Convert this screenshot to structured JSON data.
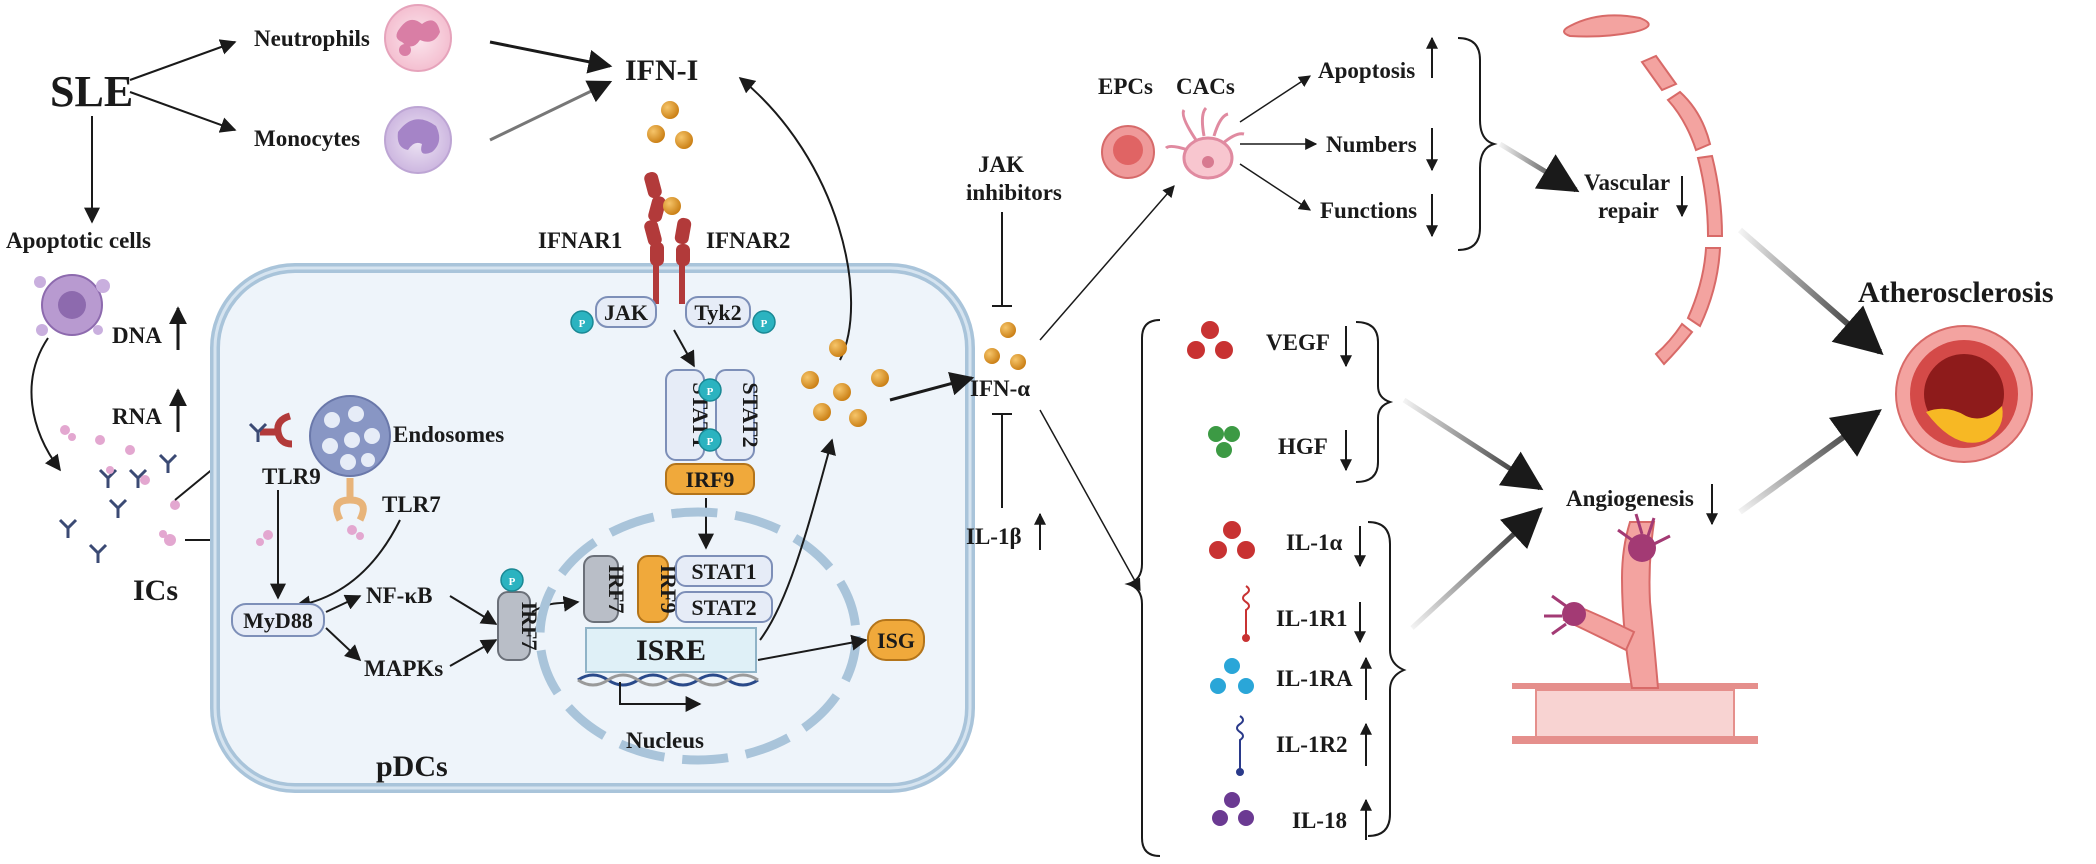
{
  "labels": {
    "sle": "SLE",
    "neutrophils": "Neutrophils",
    "monocytes": "Monocytes",
    "ifn_i": "IFN-I",
    "apoptotic_cells": "Apoptotic cells",
    "dna": "DNA",
    "rna": "RNA",
    "ics": "ICs",
    "tlr9": "TLR9",
    "tlr7": "TLR7",
    "endosomes": "Endosomes",
    "myd88": "MyD88",
    "nfkb": "NF-κB",
    "mapks": "MAPKs",
    "irf7": "IRF7",
    "irf9": "IRF9",
    "stat1": "STAT1",
    "stat2": "STAT2",
    "isre": "ISRE",
    "nucleus": "Nucleus",
    "isg": "ISG",
    "pdcs": "pDCs",
    "ifnar1": "IFNAR1",
    "ifnar2": "IFNAR2",
    "jak": "JAK",
    "tyk2": "Tyk2",
    "p": "P",
    "jak_inhibitors_1": "JAK",
    "jak_inhibitors_2": "inhibitors",
    "ifn_alpha": "IFN-α",
    "il1b": "IL-1β",
    "epcs": "EPCs",
    "cacs": "CACs",
    "apoptosis": "Apoptosis",
    "numbers": "Numbers",
    "functions": "Functions",
    "vascular_repair_1": "Vascular",
    "vascular_repair_2": "repair",
    "atherosclerosis": "Atherosclerosis",
    "vegf": "VEGF",
    "hgf": "HGF",
    "il1a": "IL-1α",
    "il1r1": "IL-1R1",
    "il1ra": "IL-1RA",
    "il1r2": "IL-1R2",
    "il18": "IL-18",
    "angiogenesis": "Angiogenesis"
  },
  "colors": {
    "cell_border": "#a9c4da",
    "cell_fill": "#eef4fa",
    "pill_fill": "#e6ecf7",
    "pill_border": "#7d8fb8",
    "irf9_fill": "#f0a93b",
    "irf7_fill": "#b9bec7",
    "phospho": "#2bb3c0",
    "ligand": "#d8901f",
    "receptor": "#b23a3a",
    "epc": "#e36a6a",
    "vessel": "#f3a3a0",
    "plaque": "#f7b824",
    "vessel_dark": "#8e1b1b"
  },
  "icons": {
    "neutrophil": "neutrophil-icon",
    "monocyte": "monocyte-icon",
    "apoptotic_cell": "apoptotic-cell-icon",
    "antibody": "antibody-icon",
    "endosome": "endosome-icon",
    "dna_helix": "dna-helix-icon",
    "artery": "artery-cross-section-icon",
    "vessel": "vessel-icon",
    "sprouting_vessel": "sprouting-vessel-icon"
  }
}
